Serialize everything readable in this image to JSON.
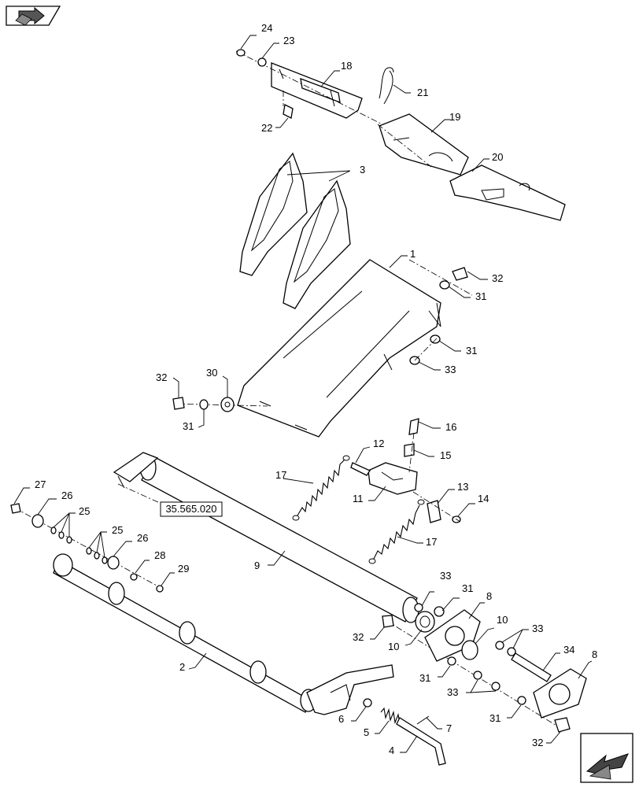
{
  "reference_box": {
    "text": "35.565.020"
  },
  "labels": {
    "l1": "1",
    "l2": "2",
    "l3": "3",
    "l4": "4",
    "l5": "5",
    "l6": "6",
    "l7": "7",
    "l8a": "8",
    "l8b": "8",
    "l9": "9",
    "l10a": "10",
    "l10b": "10",
    "l11": "11",
    "l12": "12",
    "l13": "13",
    "l14": "14",
    "l15": "15",
    "l16": "16",
    "l17a": "17",
    "l17b": "17",
    "l18": "18",
    "l19": "19",
    "l20": "20",
    "l21": "21",
    "l22": "22",
    "l23": "23",
    "l24": "24",
    "l25a": "25",
    "l25b": "25",
    "l26a": "26",
    "l26b": "26",
    "l27": "27",
    "l28": "28",
    "l29": "29",
    "l30": "30",
    "l31a": "31",
    "l31b": "31",
    "l31c": "31",
    "l31d": "31",
    "l31e": "31",
    "l31f": "31",
    "l32a": "32",
    "l32b": "32",
    "l32c": "32",
    "l32d": "32",
    "l33a": "33",
    "l33b": "33",
    "l33c": "33",
    "l33d": "33",
    "l34": "34"
  },
  "icons": {
    "top_left": "book-arrow-icon",
    "bottom_right": "next-page-arrow-icon"
  }
}
